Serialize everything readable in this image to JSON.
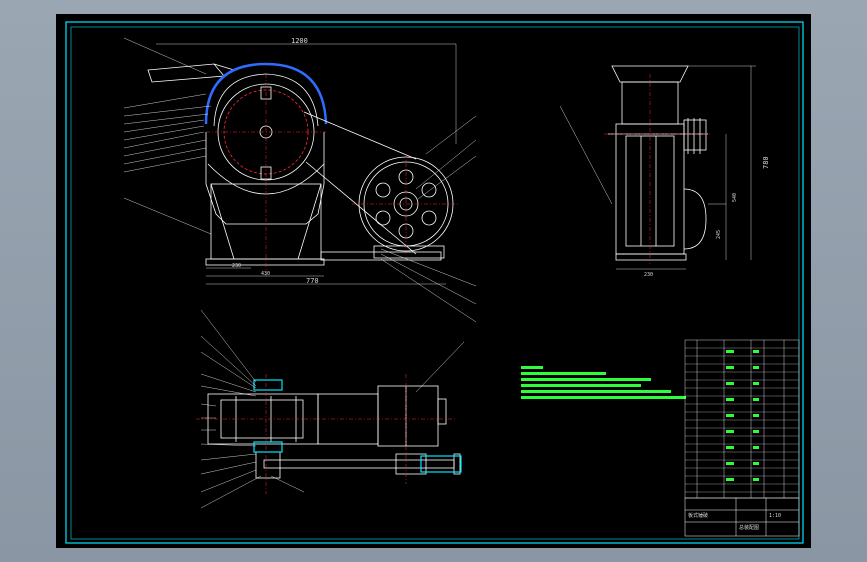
{
  "drawing": {
    "dimensions": {
      "front_width": "1200",
      "front_base_1": "770",
      "front_base_2": "430",
      "front_base_3": "230",
      "side_height_1": "780",
      "side_height_2": "540",
      "side_height_3": "245",
      "side_base": "230"
    },
    "colors": {
      "sheet_background": "#000000",
      "frame_line": "#00e5ff",
      "geometry_line": "#ffffff",
      "center_line": "#ff2a2a",
      "note_text": "#2cff3a",
      "hatch": "#2f6bff"
    }
  },
  "title_block": {
    "label_1": "板式锤破",
    "label_2": "总装配图",
    "label_3": "1:10"
  }
}
